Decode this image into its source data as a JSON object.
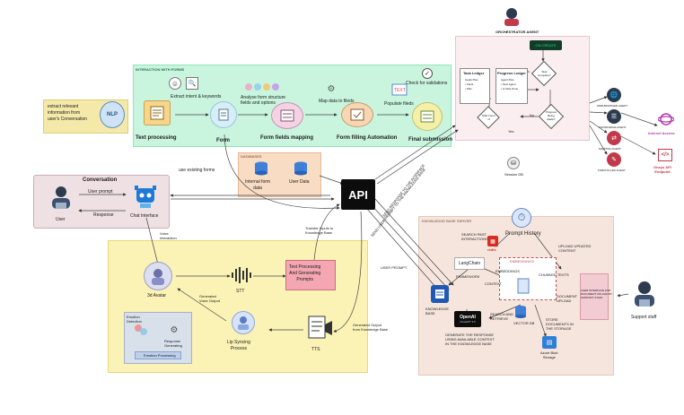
{
  "forms_section": {
    "title": "INTERACTION WITH FORMS",
    "steps": {
      "extract": "Extract intent & keywords",
      "analyse": "Analyse form structure\nfields and options",
      "map": "Map data to fileds",
      "populate": "Populate fileds",
      "check": "Check for validations"
    },
    "nodes": {
      "text_processing": "Text processing",
      "form": "Form",
      "mapping": "Form fields mapping",
      "automation": "Form filling Automation",
      "submission": "Final submission"
    }
  },
  "nlp_note": {
    "text": "extract relevant\ninformation from\nuser's Conversation",
    "badge": "NLP"
  },
  "conversation": {
    "title": "Conversation",
    "user_prompt": "User prompt",
    "response": "Response",
    "user": "User",
    "chat_interface": "Chat Interface"
  },
  "databases": {
    "title": "DATABASES",
    "internal": "Internal form\ndata",
    "user_data": "User Data"
  },
  "api": {
    "label": "API"
  },
  "edges": {
    "use_existing_forms": "use existing forms",
    "voice_interaction": "Voice\nInteraction",
    "transfer_inputs": "Transfer Inputs to\nKnowledge Base",
    "generated_voice": "Generated\nVoice Output",
    "generated_output": "Generated Output\nfrom Knowledge Base",
    "user_prompt_kb": "USER PROMPT",
    "search_past": "SEARCH PAST\nINTERACTIONS",
    "upload_updated": "UPLOAD UPDATED\nCONTENT",
    "chunked_texts": "CHUNKED TEXTS",
    "document_upload": "DOCUMENT\nUPLOAD",
    "embeddings": "EMBEDDINGS",
    "context": "CONTEXT",
    "framework": "FRAMEWORK",
    "search_retrieve": "SEARCH AND\nRETRIEVE",
    "store_docs": "STORE\nDOCUMENTS IN\nTHE STORAGE",
    "generate": "GENERATE THE RESPONSE\nUSING AVAILABLE CONTEXT\nIN THE KNOWLEDGE BASE",
    "api_diag_1": "SEND RESPONSE TO THE INTERFACE",
    "api_diag_2": "SEND USER PROMPT TO THE KNOWLEDGE BASE"
  },
  "avatar_section": {
    "avatar": "3d Avatar",
    "stt": "STT",
    "processing": "Text Processing\nAnd Generating\nPrompts",
    "lipsync": "Lip Syncing\nProcess",
    "tts": "TTS",
    "emotion_detection": "Emotion\nDetection",
    "response_generating": "Response\nGenerating",
    "emotion_processing": "Emotion Processing"
  },
  "kb_section": {
    "title": "KNOWLEDGE BASE SERVER",
    "prompt_history": "Prompt History",
    "langchain": "LangChain",
    "redis": "redis",
    "knowledge_base": "KNOWLEDGE\nBASE",
    "openai": "OpenAI",
    "openai_sub": "ChatGPT 3.5",
    "vector_db": "VECTOR DB",
    "azure": "Azure Blob\nStorage",
    "emb_embedding": "EMBEDDINGS"
  },
  "support": {
    "label": "Support staff",
    "note": "USER INTERFACE FOR\nDOCUMENT UPLOAD BY\nSUPPORT STAFF"
  },
  "orchestrator": {
    "title": "ORCHESTRATOR AGENT",
    "start": "ON CREATE",
    "task_ledger": "Task Ledger",
    "task_items": "Goals Plan\n• Facts\n• Plan",
    "progress_ledger": "Progress Ledger",
    "progress_items": "Agent Plan\n• Next Agent\n• Is Task Done",
    "task_complete": "Task\nComplete?",
    "stall_count": "Stall Count\n>2",
    "progress_made": "Progress\nBeing\nMade?",
    "yes": "Yes",
    "no": "No",
    "session_db": "Session DB",
    "agents": {
      "web": "WEB BROWSER AGENT",
      "kb": "KNOWLEDGE AGENT",
      "mapping": "MAPPING AGENT",
      "form": "FORM FILLER AGENT"
    }
  },
  "outputs": {
    "internet": "Internet Access",
    "onsys": "Onsys API\nEndpoint"
  },
  "colors": {
    "forms_bg": "#c9f5df",
    "avatar_bg": "#fbf2b5",
    "kb_bg": "#f6e5dd",
    "orch_bg": "#fbeef0",
    "conv_bg": "#efe0e4",
    "db_bg": "#f8dcc4",
    "nlp_bg": "#f4e9a9",
    "accent_green": "#2fd38a"
  }
}
